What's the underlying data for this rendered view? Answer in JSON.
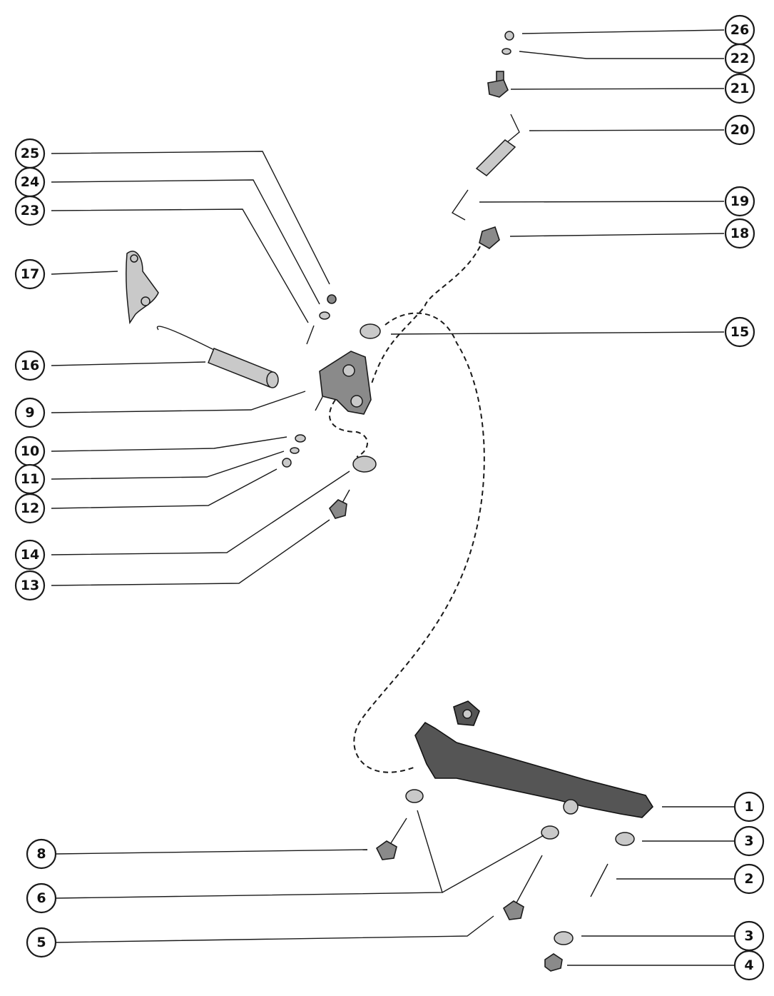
{
  "callouts": {
    "c1": "1",
    "c2": "2",
    "c3a": "3",
    "c3b": "3",
    "c4": "4",
    "c5": "5",
    "c6": "6",
    "c8": "8",
    "c9": "9",
    "c10": "10",
    "c11": "11",
    "c12": "12",
    "c13": "13",
    "c14": "14",
    "c15": "15",
    "c16": "16",
    "c17": "17",
    "c18": "18",
    "c19": "19",
    "c20": "20",
    "c21": "21",
    "c22": "22",
    "c23": "23",
    "c24": "24",
    "c25": "25",
    "c26": "26"
  },
  "colors": {
    "ink": "#1a1a1a",
    "part_fill": "#8a8a8a",
    "background": "#ffffff"
  }
}
